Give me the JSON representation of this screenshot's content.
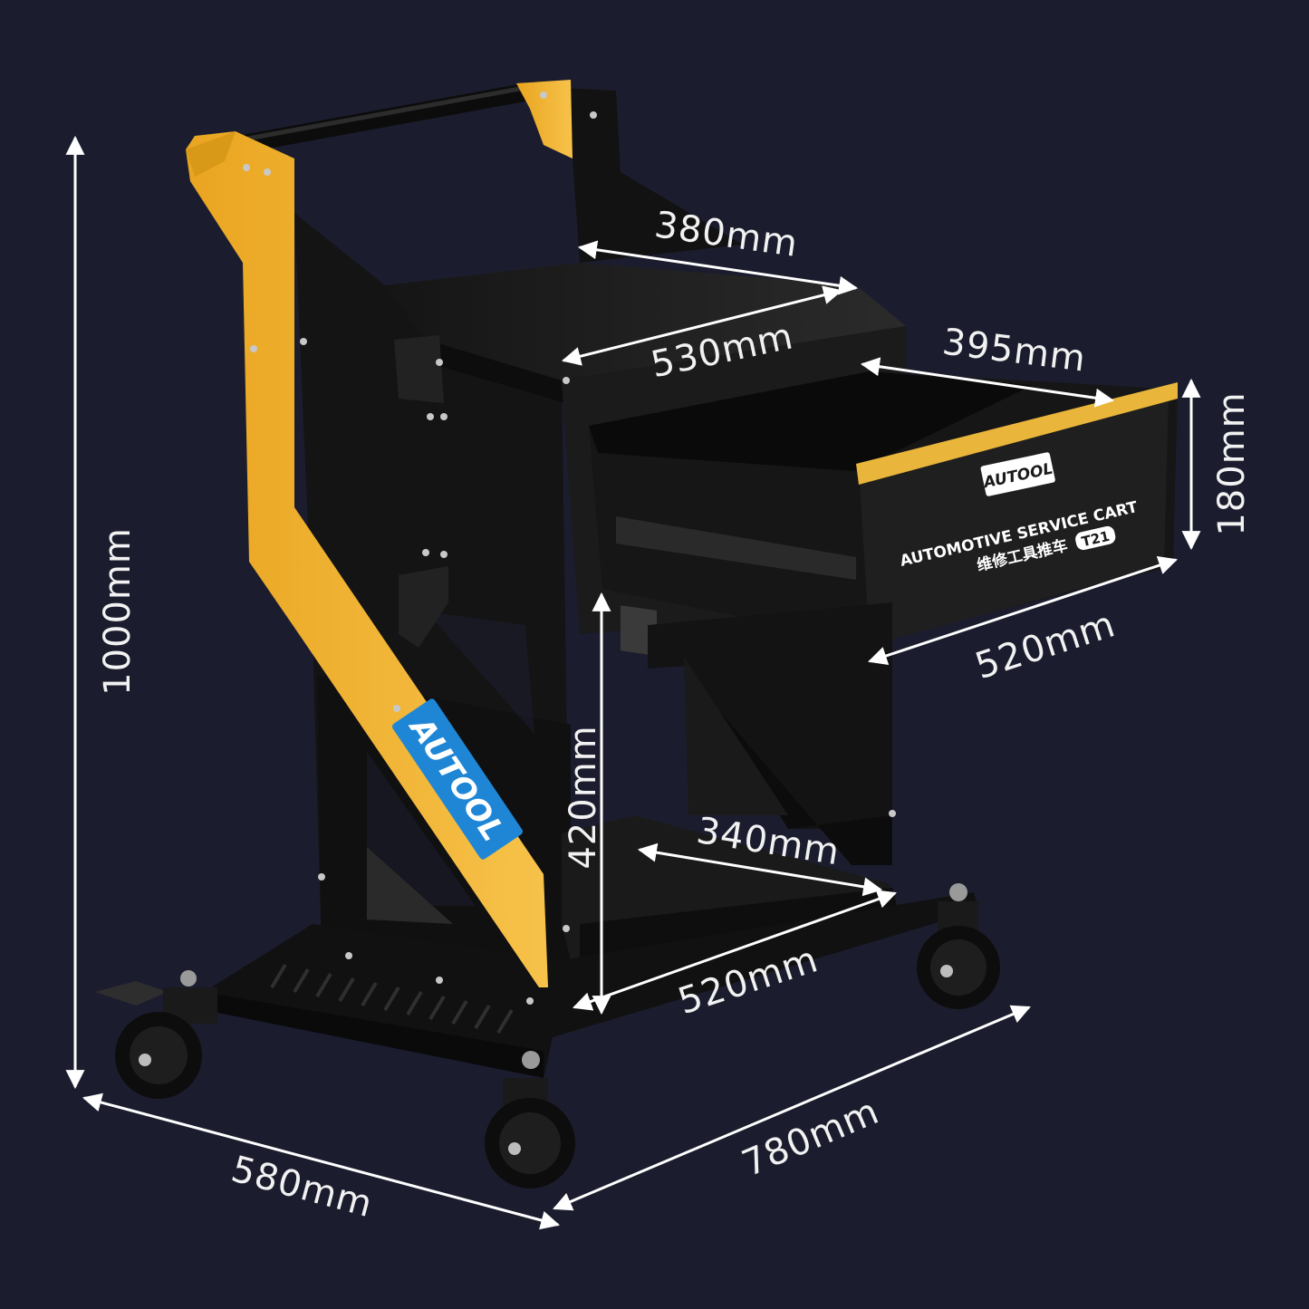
{
  "product": {
    "brand": "AUTOOL",
    "drawer_title": "AUTOMOTIVE SERVICE CART",
    "drawer_subtitle": "维修工具推车",
    "model": "T21"
  },
  "dimensions": {
    "top_depth": "380mm",
    "top_width": "530mm",
    "drawer_depth": "395mm",
    "drawer_height": "180mm",
    "drawer_width": "520mm",
    "shelf_height": "420mm",
    "shelf_depth": "340mm",
    "shelf_width": "520mm",
    "total_height": "1000mm",
    "base_width": "580mm",
    "base_length": "780mm"
  },
  "colors": {
    "background": "#1b1d2e",
    "frame_yellow": "#f2b233",
    "body_black": "#1a1a1a",
    "logo_blue": "#1f86d6"
  }
}
